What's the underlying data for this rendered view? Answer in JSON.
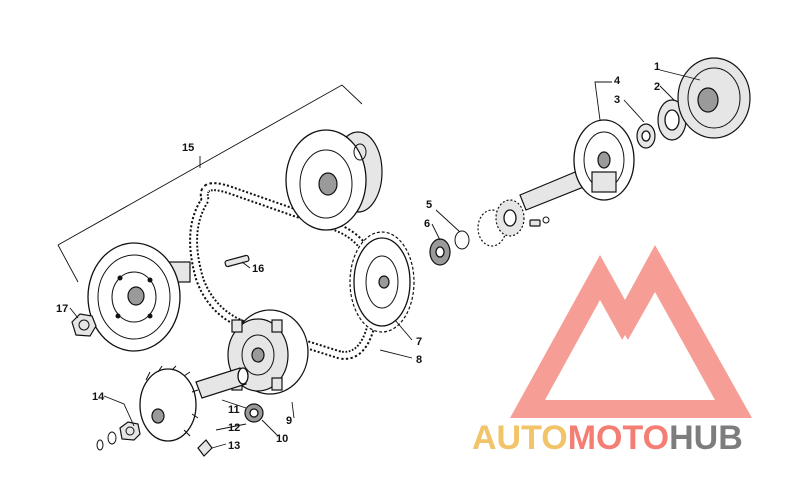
{
  "callouts": [
    {
      "id": "1",
      "part": "cover"
    },
    {
      "id": "2",
      "part": "bearing"
    },
    {
      "id": "3",
      "part": "seal"
    },
    {
      "id": "4",
      "part": "housing-shaft"
    },
    {
      "id": "5",
      "part": "washer"
    },
    {
      "id": "6",
      "part": "bearing-small"
    },
    {
      "id": "7",
      "part": "fixed-drive-sheave"
    },
    {
      "id": "8",
      "part": "drive-belt"
    },
    {
      "id": "9",
      "part": "movable-drive-sheave"
    },
    {
      "id": "10",
      "part": "bearing"
    },
    {
      "id": "11",
      "part": "shaft"
    },
    {
      "id": "12",
      "part": "nut"
    },
    {
      "id": "13",
      "part": "clip"
    },
    {
      "id": "14",
      "part": "fan"
    },
    {
      "id": "15",
      "part": "driven-clutch-assembly"
    },
    {
      "id": "16",
      "part": "pin"
    },
    {
      "id": "17",
      "part": "nut"
    }
  ],
  "watermark": {
    "word1": "AUTO",
    "word2": "MOTO",
    "word3": "HUB",
    "colors": {
      "auto": "#f2c46a",
      "moto": "#f47d74",
      "hub": "#7d7d7d",
      "logo": "#f47d74"
    }
  }
}
